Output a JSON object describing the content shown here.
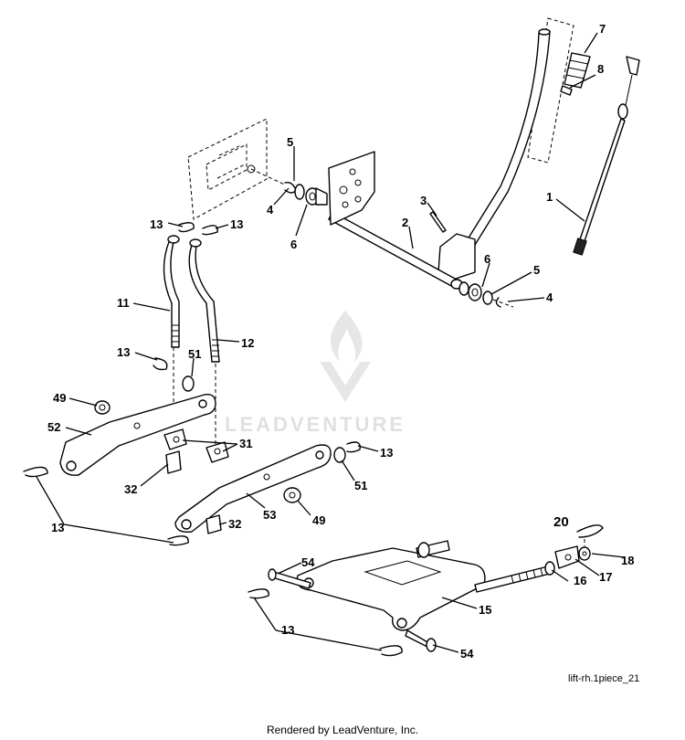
{
  "diagram": {
    "reference_code": "lift-rh.1piece_21",
    "footer": "Rendered by LeadVenture, Inc.",
    "watermark_text": "LEADVENTURE",
    "callouts": {
      "c7": "7",
      "c8": "8",
      "c1": "1",
      "c5a": "5",
      "c4a": "4",
      "c6a": "6",
      "c3": "3",
      "c2": "2",
      "c6b": "6",
      "c5b": "5",
      "c4b": "4",
      "c13a": "13",
      "c13b": "13",
      "c11": "11",
      "c12": "12",
      "c13c": "13",
      "c51a": "51",
      "c49a": "49",
      "c52": "52",
      "c31": "31",
      "c13d": "13",
      "c51b": "51",
      "c32a": "32",
      "c53": "53",
      "c49b": "49",
      "c32b": "32",
      "c13e": "13",
      "c20": "20",
      "c18": "18",
      "c17": "17",
      "c16": "16",
      "c54a": "54",
      "c15": "15",
      "c13f": "13",
      "c54b": "54"
    }
  }
}
